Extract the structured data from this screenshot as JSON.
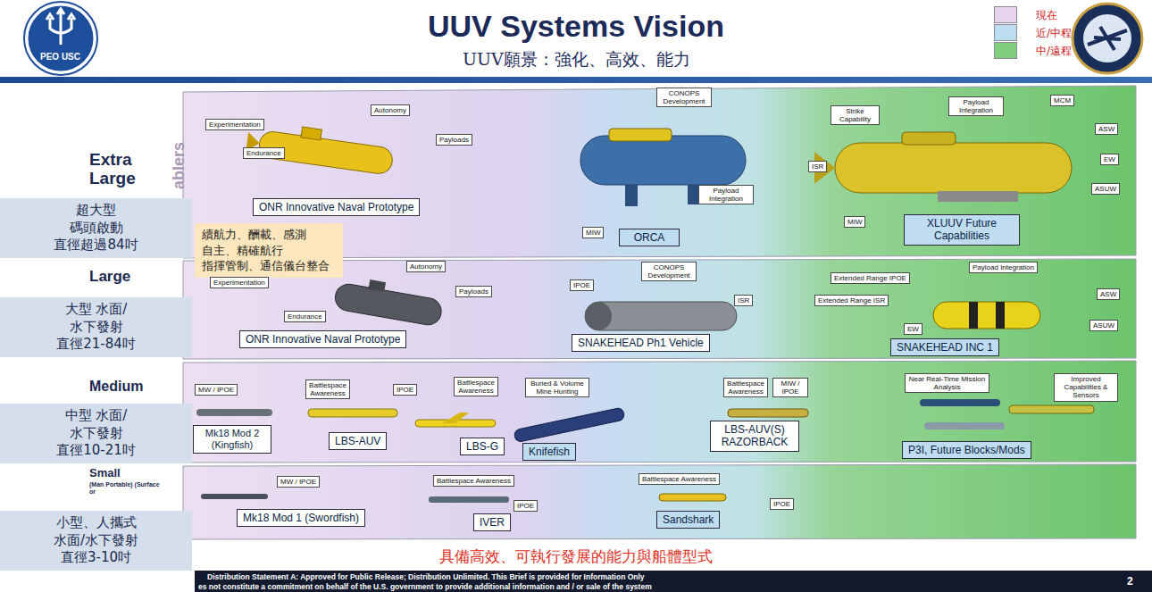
{
  "diagram": {
    "title": "UUV Systems Vision",
    "nodes": [
      {
        "text": [
          "Extra Large"
        ]
      },
      {
        "text": [
          "Experimentation"
        ],
        "in": 0
      },
      {
        "text": [
          "Autonomy"
        ],
        "in": 0
      },
      {
        "text": [
          "Endurance"
        ],
        "in": 0
      },
      {
        "text": [
          "Payloads"
        ],
        "in": 0
      },
      {
        "text": [
          "ONR Innovative Naval Prototype"
        ],
        "in": 0
      },
      {
        "text": [
          "CONOPS Development"
        ],
        "in": 0
      },
      {
        "text": [
          "MIW"
        ],
        "in": 0
      },
      {
        "text": [
          "Payload Integration"
        ],
        "in": 0
      },
      {
        "text": [
          "ORCA"
        ],
        "in": 0
      },
      {
        "text": [
          "Strike Capability"
        ],
        "in": 0
      },
      {
        "text": [
          "Payload Integration"
        ],
        "in": 0
      },
      {
        "text": [
          "MCM"
        ],
        "in": 0
      },
      {
        "text": [
          "ASW"
        ],
        "in": 0
      },
      {
        "text": [
          "ISR"
        ],
        "in": 0
      },
      {
        "text": [
          "EW"
        ],
        "in": 0
      },
      {
        "text": [
          "ASUW"
        ],
        "in": 0
      },
      {
        "text": [
          "MIW"
        ],
        "in": 0
      },
      {
        "text": [
          "XLUUV Future Capabilities"
        ],
        "in": 0
      },
      {
        "text": [
          "超大型 碼頭啟動 直徑超過84吋"
        ]
      },
      {
        "text": [
          "續航力、酬載、感測 自主、精確航行 指揮管制、通信儀台整合"
        ]
      },
      {
        "text": [
          "Large"
        ]
      },
      {
        "text": [
          "Experimentation"
        ],
        "in": 21
      },
      {
        "text": [
          "Autonomy"
        ],
        "in": 21
      },
      {
        "text": [
          "Endurance"
        ],
        "in": 21
      },
      {
        "text": [
          "Payloads"
        ],
        "in": 21
      },
      {
        "text": [
          "ONR Innovative Naval Prototype"
        ],
        "in": 21
      },
      {
        "text": [
          "CONOPS Development"
        ],
        "in": 21
      },
      {
        "text": [
          "IPOE"
        ],
        "in": 21
      },
      {
        "text": [
          "ISR"
        ],
        "in": 21
      },
      {
        "text": [
          "SNAKEHEAD Ph1 Vehicle"
        ],
        "in": 21
      },
      {
        "text": [
          "Extended Range IPOE"
        ],
        "in": 21
      },
      {
        "text": [
          "Payload Integration"
        ],
        "in": 21
      },
      {
        "text": [
          "Extended Range ISR"
        ],
        "in": 21
      },
      {
        "text": [
          "ASW"
        ],
        "in": 21
      },
      {
        "text": [
          "EW"
        ],
        "in": 21
      },
      {
        "text": [
          "ASUW"
        ],
        "in": 21
      },
      {
        "text": [
          "SNAKEHEAD INC 1"
        ],
        "in": 21
      },
      {
        "text": [
          "大型 水面/水下發射 直徑21-84吋"
        ]
      },
      {
        "text": [
          "Medium"
        ]
      },
      {
        "text": [
          "MW / IPOE"
        ],
        "in": 39
      },
      {
        "text": [
          "Battlespace Awareness"
        ],
        "in": 39
      },
      {
        "text": [
          "IPOE"
        ],
        "in": 39
      },
      {
        "text": [
          "Battlespace Awareness"
        ],
        "in": 39
      },
      {
        "text": [
          "Buried & Volume Mine Hunting"
        ],
        "in": 39
      },
      {
        "text": [
          "Mk18 Mod 2 (Kingfish)"
        ],
        "in": 39
      },
      {
        "text": [
          "LBS-AUV"
        ],
        "in": 39
      },
      {
        "text": [
          "LBS-G"
        ],
        "in": 39
      },
      {
        "text": [
          "Knifefish"
        ],
        "in": 39
      },
      {
        "text": [
          "Battlespace Awareness"
        ],
        "in": 39
      },
      {
        "text": [
          "MIW / IPOE"
        ],
        "in": 39
      },
      {
        "text": [
          "LBS-AUV(S) RAZORBACK"
        ],
        "in": 39
      },
      {
        "text": [
          "Near Real-Time Mission Analysis"
        ],
        "in": 39
      },
      {
        "text": [
          "Improved Capabilities & Sensors"
        ],
        "in": 39
      },
      {
        "text": [
          "P3I, Future Blocks/Mods"
        ],
        "in": 39
      },
      {
        "text": [
          "中型 水面/水下發射 直徑10-21吋"
        ]
      },
      {
        "text": [
          "Small",
          "(Man Portable) (Surface or"
        ]
      },
      {
        "text": [
          "MW / IPOE"
        ],
        "in": 56
      },
      {
        "text": [
          "Battlespace Awareness"
        ],
        "in": 56
      },
      {
        "text": [
          "Battlespace Awareness"
        ],
        "in": 56
      },
      {
        "text": [
          "IPOE"
        ],
        "in": 56
      },
      {
        "text": [
          "IPOE"
        ],
        "in": 56
      },
      {
        "text": [
          "Mk18 Mod 1 (Swordfish)"
        ],
        "in": 56
      },
      {
        "text": [
          "IVER"
        ],
        "in": 56
      },
      {
        "text": [
          "Sandshark"
        ],
        "in": 56
      },
      {
        "text": [
          "小型、人攜式 水面/水下發射 直徑3-10吋"
        ]
      }
    ],
    "labels": [
      "PEO USC",
      "UUV願景：強化、高效、能力",
      "ablers",
      "具備高效、可執行發展的能力與船體型式",
      "Distribution Statement A: Approved for Public Release; Distribution Unlimited. This Brief is provided for Information Only",
      "es not constitute a commitment on behalf of the U.S. government to provide additional information and / or sale of the system",
      "2"
    ],
    "legend": [
      {
        "text": "現在",
        "color": "#e7d3ec"
      },
      {
        "text": "近/中程",
        "color": "#bcdcf0"
      },
      {
        "text": "中/遠程",
        "color": "#7fcf7f"
      }
    ]
  }
}
